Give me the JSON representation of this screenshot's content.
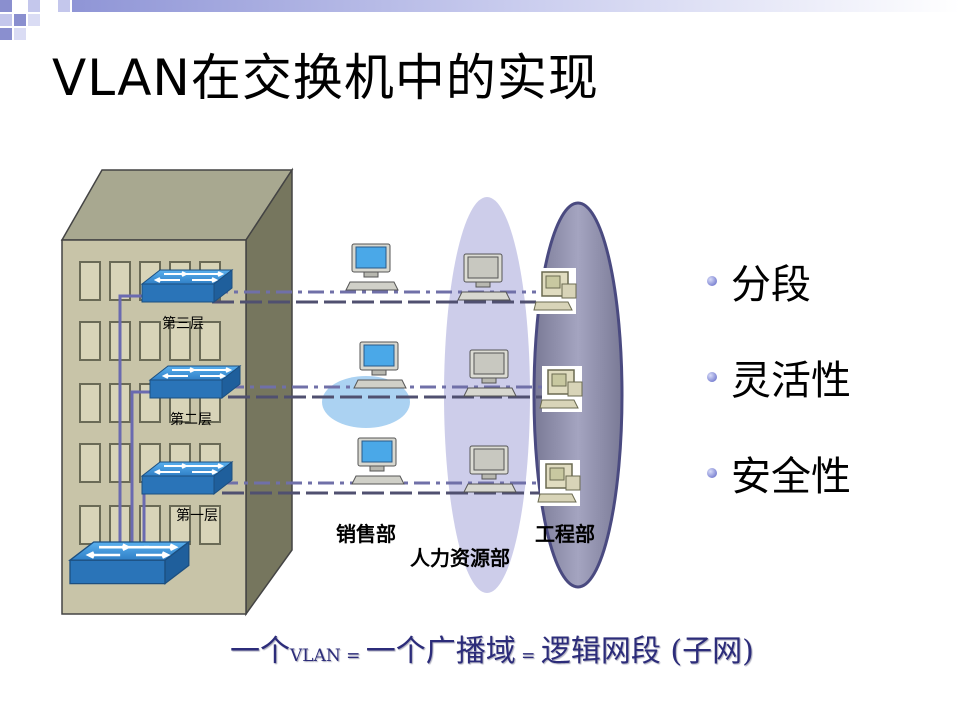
{
  "slide": {
    "title": "VLAN在交换机中的实现",
    "bullets": [
      {
        "label": "分段"
      },
      {
        "label": "灵活性"
      },
      {
        "label": "安全性"
      }
    ],
    "diagram": {
      "floors": {
        "third": "第三层",
        "second": "第二层",
        "first": "第一层"
      },
      "departments": {
        "sales": "销售部",
        "hr": "人力资源部",
        "engineering": "工程部"
      }
    },
    "formula": {
      "part1": "一个",
      "part2": "VLAN",
      "part3": " = ",
      "part4": "一个广播域",
      "part5": " = ",
      "part6": "逻辑网段",
      "part7": " (",
      "part8": "子网",
      "part9": ")"
    },
    "colors": {
      "building": "#c8c4a8",
      "switch": "#3a8fd6",
      "vlan_ellipse": "#c8c8e8",
      "vlan_ellipse_dark": "#9c9cb8",
      "accent": "#5a62c4"
    }
  }
}
